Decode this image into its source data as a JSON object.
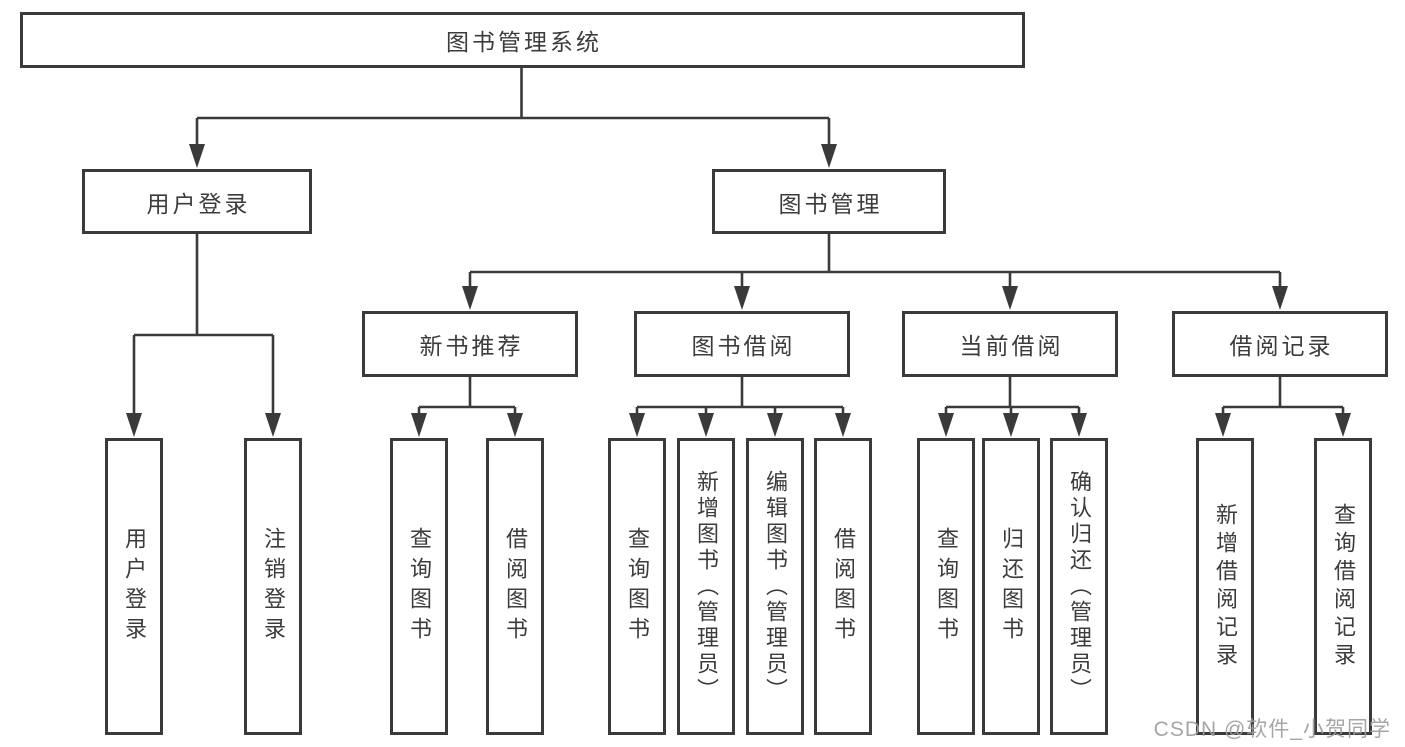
{
  "diagram": {
    "root": {
      "label": "图书管理系统"
    },
    "branches": {
      "user_login": {
        "label": "用户登录",
        "children": {
          "login": {
            "label": "用户登录"
          },
          "logout": {
            "label": "注销登录"
          }
        }
      },
      "book_mgmt": {
        "label": "图书管理",
        "sections": {
          "new_book": {
            "label": "新书推荐",
            "children": {
              "query": {
                "label": "查询图书"
              },
              "borrow": {
                "label": "借阅图书"
              }
            }
          },
          "book_borrow": {
            "label": "图书借阅",
            "children": {
              "query": {
                "label": "查询图书"
              },
              "add": {
                "label": "新增图书（管理员）"
              },
              "edit": {
                "label": "编辑图书（管理员）"
              },
              "borrow": {
                "label": "借阅图书"
              }
            }
          },
          "current_borrow": {
            "label": "当前借阅",
            "children": {
              "query": {
                "label": "查询图书"
              },
              "return": {
                "label": "归还图书"
              },
              "confirm": {
                "label": "确认归还（管理员）"
              }
            }
          },
          "borrow_record": {
            "label": "借阅记录",
            "children": {
              "add": {
                "label": "新增借阅记录"
              },
              "query": {
                "label": "查询借阅记录"
              }
            }
          }
        }
      }
    },
    "colors": {
      "line": "#3a3a3a",
      "text": "#3c3c3c",
      "background": "#ffffff",
      "watermark": "#9e9e9e"
    }
  },
  "watermark": {
    "text": "CSDN @软件_小贺同学"
  }
}
